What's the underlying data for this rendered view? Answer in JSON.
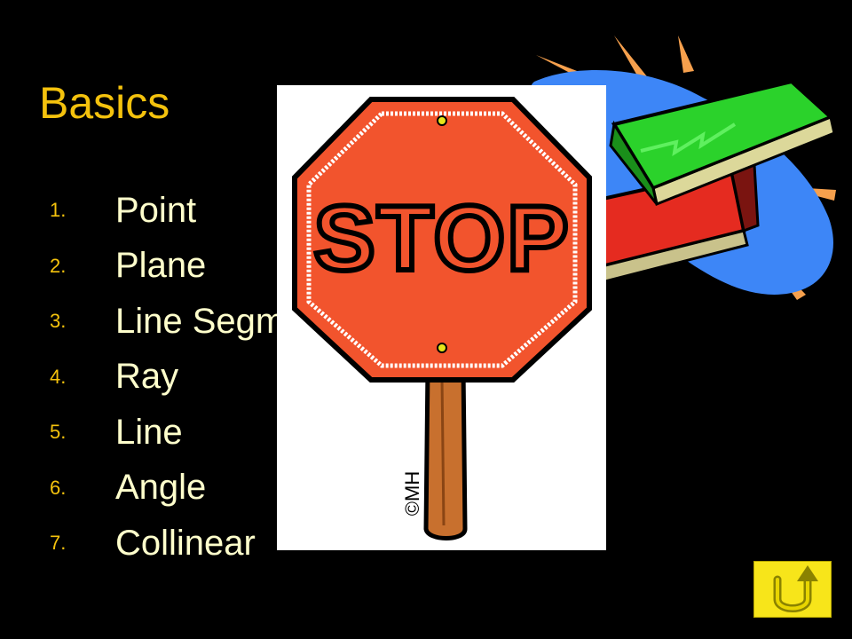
{
  "slide": {
    "title": "Basics",
    "items": [
      {
        "number": "1.",
        "text": "Point"
      },
      {
        "number": "2.",
        "text": "Plane"
      },
      {
        "number": "3.",
        "text": "Line Segment"
      },
      {
        "number": "4.",
        "text": "Ray"
      },
      {
        "number": "5.",
        "text": "Line"
      },
      {
        "number": "6.",
        "text": "Angle"
      },
      {
        "number": "7.",
        "text": "Collinear"
      }
    ]
  },
  "stop_sign": {
    "text": "STOP",
    "signature": "©MH"
  },
  "return_button": {
    "icon": "u-turn-arrow-icon"
  },
  "colors": {
    "background": "#000000",
    "title": "#f4c20d",
    "item_text": "#ffffcc",
    "item_number": "#f4c20d",
    "sign_red": "#f2542d",
    "button_yellow": "#f7e51a"
  }
}
